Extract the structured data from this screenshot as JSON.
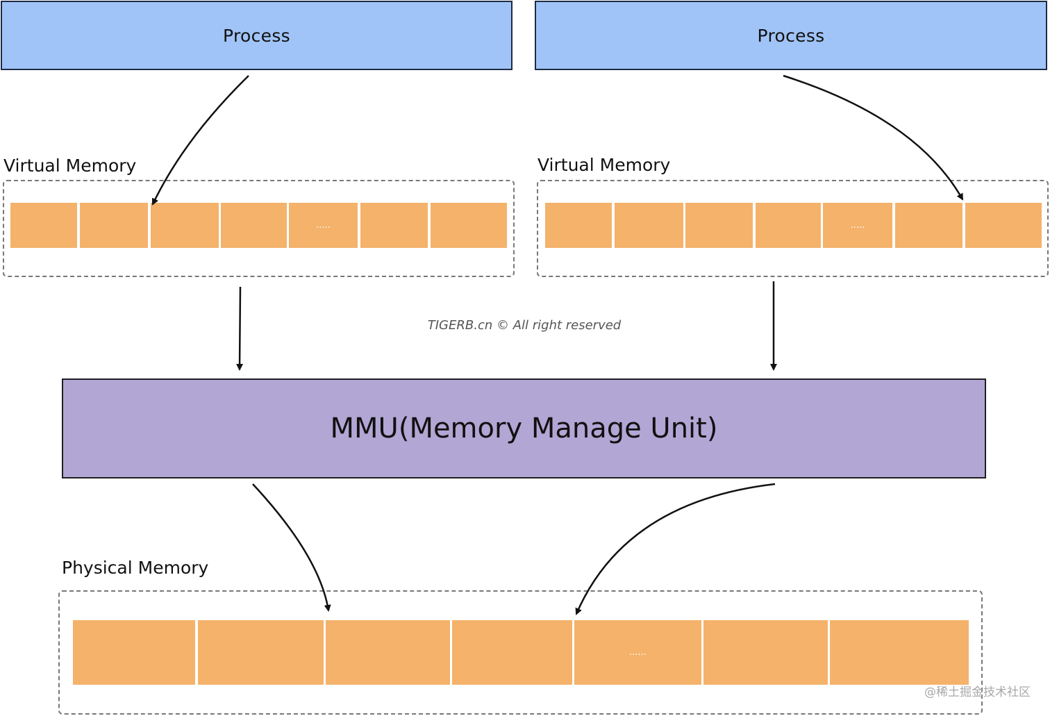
{
  "processes": [
    {
      "label": "Process"
    },
    {
      "label": "Process"
    }
  ],
  "virtual_memory": [
    {
      "label": "Virtual Memory",
      "cells": [
        "",
        "",
        "",
        "",
        ".....",
        "",
        ""
      ]
    },
    {
      "label": "Virtual Memory",
      "cells": [
        "",
        "",
        "",
        "",
        ".....",
        "",
        ""
      ]
    }
  ],
  "mmu": {
    "label": "MMU(Memory Manage Unit)"
  },
  "physical_memory": {
    "label": "Physical Memory",
    "cells": [
      "",
      "",
      "",
      "",
      "......",
      "",
      ""
    ]
  },
  "watermark": "TIGERB.cn © All right reserved",
  "corner_mark": "@稀土掘金技术社区",
  "colors": {
    "process": "#a0c4f7",
    "mmu": "#b2a6d5",
    "memory_cell": "#f4b26b"
  }
}
